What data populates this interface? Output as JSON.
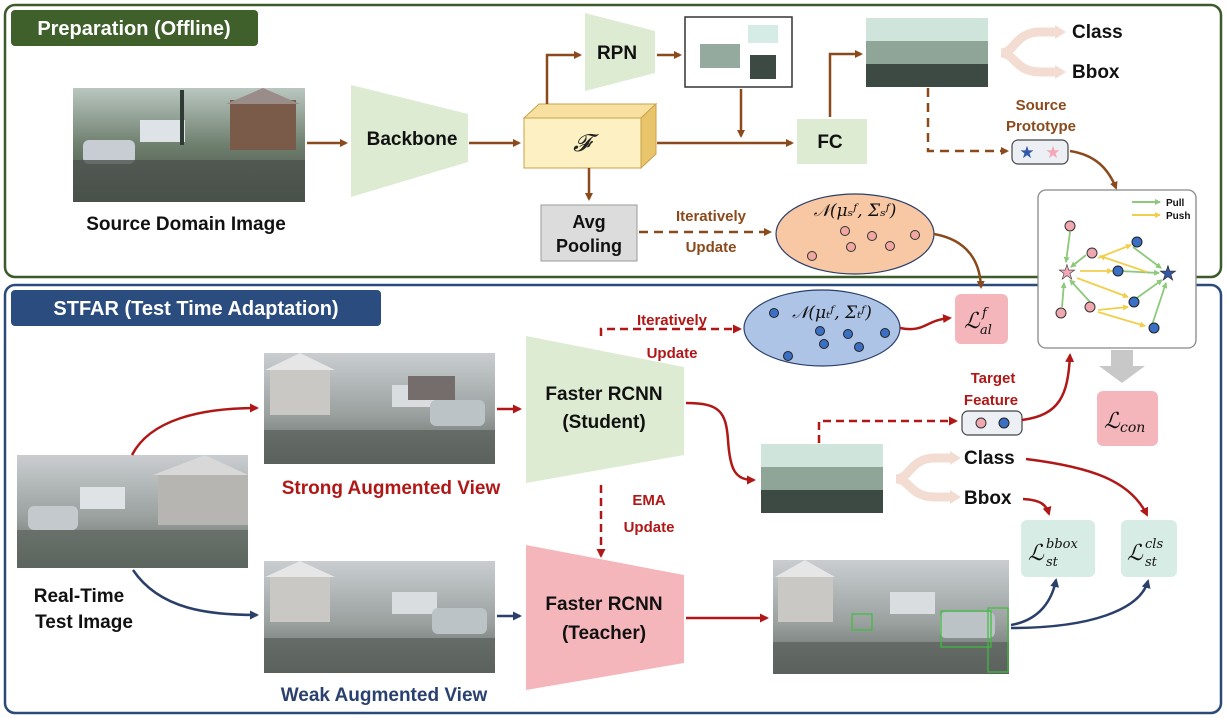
{
  "sections": {
    "offline_title": "Preparation (Offline)",
    "online_title": "STFAR (Test Time Adaptation)"
  },
  "offline": {
    "source_image_label": "Source Domain Image",
    "backbone": "Backbone",
    "feature": "𝓕",
    "rpn": "RPN",
    "fc": "FC",
    "avg_pool_line1": "Avg",
    "avg_pool_line2": "Pooling",
    "iter_line1": "Iteratively",
    "iter_line2": "Update",
    "class": "Class",
    "bbox": "Bbox",
    "proto_line1": "Source",
    "proto_line2": "Prototype",
    "gauss_source": "𝒩(μₛᶠ, Σₛᶠ)"
  },
  "legend": {
    "pull": "Pull",
    "push": "Push"
  },
  "online": {
    "realtime_line1": "Real-Time",
    "realtime_line2": "Test Image",
    "strong_view": "Strong Augmented View",
    "weak_view": "Weak Augmented View",
    "student_line1": "Faster RCNN",
    "student_line2": "(Student)",
    "teacher_line1": "Faster RCNN",
    "teacher_line2": "(Teacher)",
    "iter_line1": "Iteratively",
    "iter_line2": "Update",
    "ema_line1": "EMA",
    "ema_line2": "Update",
    "target_line1": "Target",
    "target_line2": "Feature",
    "class": "Class",
    "bbox": "Bbox",
    "gauss_target": "𝒩(μₜᶠ, Σₜᶠ)",
    "loss_al": "ℒ",
    "loss_al_sup": "f",
    "loss_al_sub": "al",
    "loss_con": "ℒ",
    "loss_con_sub": "con",
    "loss_bbox": "ℒ",
    "loss_bbox_sup": "bbox",
    "loss_bbox_sub": "st",
    "loss_cls": "ℒ",
    "loss_cls_sup": "cls",
    "loss_cls_sub": "st"
  },
  "colors": {
    "offline_border": "#3c5a2a",
    "offline_title_bg": "#3f5f2b",
    "online_border": "#2a4a7a",
    "online_title_bg": "#2b4c7e",
    "brown_arrow": "#8a4a1c",
    "red_arrow": "#b01818",
    "navy_arrow": "#2a3f6a",
    "green_box": "#dcebd2",
    "pink_box": "#f4b6bb",
    "teal_box": "#d7ece4",
    "feature_box": "#fdf0c2"
  }
}
